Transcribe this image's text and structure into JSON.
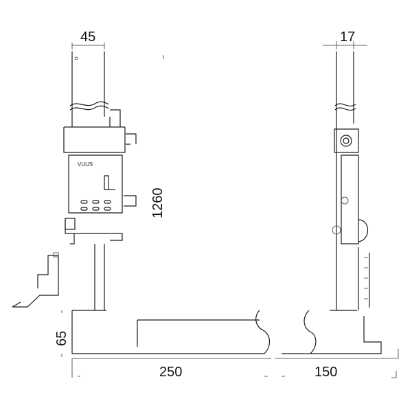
{
  "dimensions": {
    "top_width_left": "45",
    "top_width_right": "17",
    "height": "1260",
    "base_height": "65",
    "base_length": "250",
    "base_depth": "150"
  },
  "labels": {
    "panel_tag": "VUUS"
  }
}
